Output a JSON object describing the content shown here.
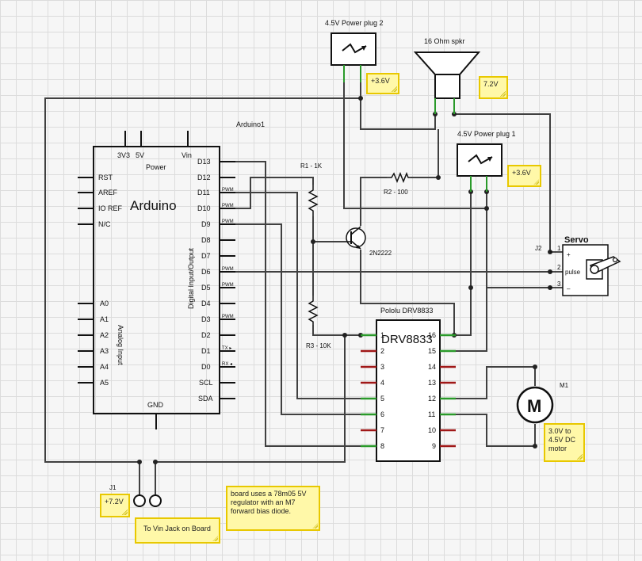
{
  "schematic": {
    "arduino": {
      "title": "Arduino1",
      "name": "Arduino",
      "power_label": "Power",
      "power_pins": [
        "3V3",
        "5V",
        "Vin"
      ],
      "left_pins": [
        "RST",
        "AREF",
        "IO REF",
        "N/C"
      ],
      "analog_pins": [
        "A0",
        "A1",
        "A2",
        "A3",
        "A4",
        "A5"
      ],
      "analog_label": "Analog Input",
      "digital_label": "Digital Input/Output",
      "right_pins": [
        "D13",
        "D12",
        "D11",
        "D10",
        "D9",
        "D8",
        "D7",
        "D6",
        "D5",
        "D4",
        "D3",
        "D2",
        "D1",
        "D0",
        "SCL",
        "SDA"
      ],
      "pwm_label": "PWM",
      "tx_label": "TX ▸",
      "rx_label": "RX ◂",
      "gnd_label": "GND"
    },
    "power_plug_2": "4.5V Power plug 2",
    "power_plug_1": "4.5V Power plug 1",
    "speaker": "16 Ohm spkr",
    "r1": "R1 - 1K",
    "r2": "R2 - 100",
    "r3": "R3 - 10K",
    "transistor": "2N2222",
    "driver": {
      "title": "Pololu DRV8833",
      "name": "DRV8833",
      "left_pins": [
        "1",
        "2",
        "3",
        "4",
        "5",
        "6",
        "7",
        "8"
      ],
      "right_pins": [
        "16",
        "15",
        "14",
        "13",
        "12",
        "11",
        "10",
        "9"
      ]
    },
    "servo": {
      "title": "Servo",
      "ref": "J2",
      "pins": [
        "1",
        "2",
        "3"
      ],
      "pin_labels": [
        "+",
        "pulse",
        "–"
      ]
    },
    "motor": {
      "ref": "M1",
      "symbol": "M"
    },
    "jack": {
      "ref": "J1"
    }
  },
  "notes": {
    "v36_a": "+3.6V",
    "v72": "7.2V",
    "v36_b": "+3.6V",
    "v72_jack": "+7.2V",
    "motor_note": "3.0V to 4.5V DC motor",
    "regulator_note": "board uses a 78m05 5V regulator with an M7 forward bias diode.",
    "vin_note": "To Vin Jack on Board"
  },
  "colors": {
    "wire": "#404040",
    "pin_green": "#2a9a2a",
    "pin_red": "#a01818",
    "note_fill": "#fff8a8",
    "note_border": "#e8c800"
  }
}
